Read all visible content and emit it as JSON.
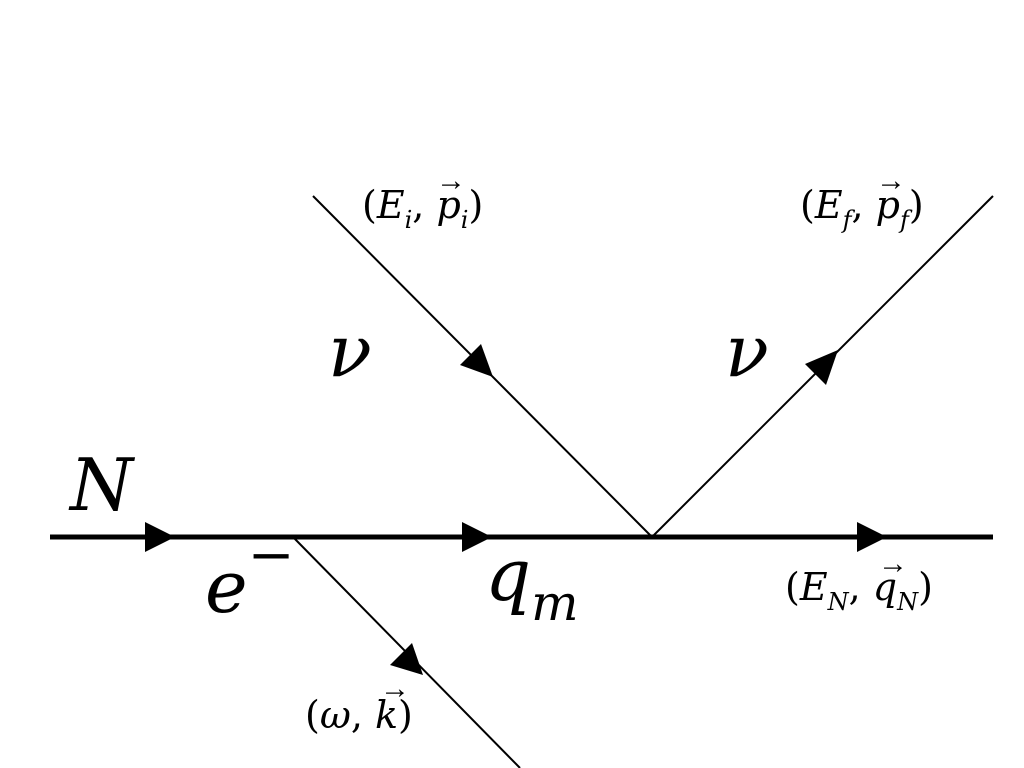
{
  "particles": {
    "nucleus": "N",
    "electron": "e",
    "electron_charge": "−",
    "momentum_transfer": "q",
    "momentum_transfer_sub": "m",
    "neutrino_in": "ν",
    "neutrino_out": "ν"
  },
  "kinematics": {
    "initial_neutrino": {
      "E": "E",
      "E_sub": "i",
      "p": "p",
      "p_sub": "i"
    },
    "final_neutrino": {
      "E": "E",
      "E_sub": "f",
      "p": "p",
      "p_sub": "f"
    },
    "final_nucleus": {
      "E": "E",
      "E_sub": "N",
      "q": "q",
      "q_sub": "N"
    },
    "emitted_photon": {
      "omega": "ω",
      "k": "k"
    }
  },
  "colors": {
    "line": "#000000",
    "background": "#ffffff"
  }
}
